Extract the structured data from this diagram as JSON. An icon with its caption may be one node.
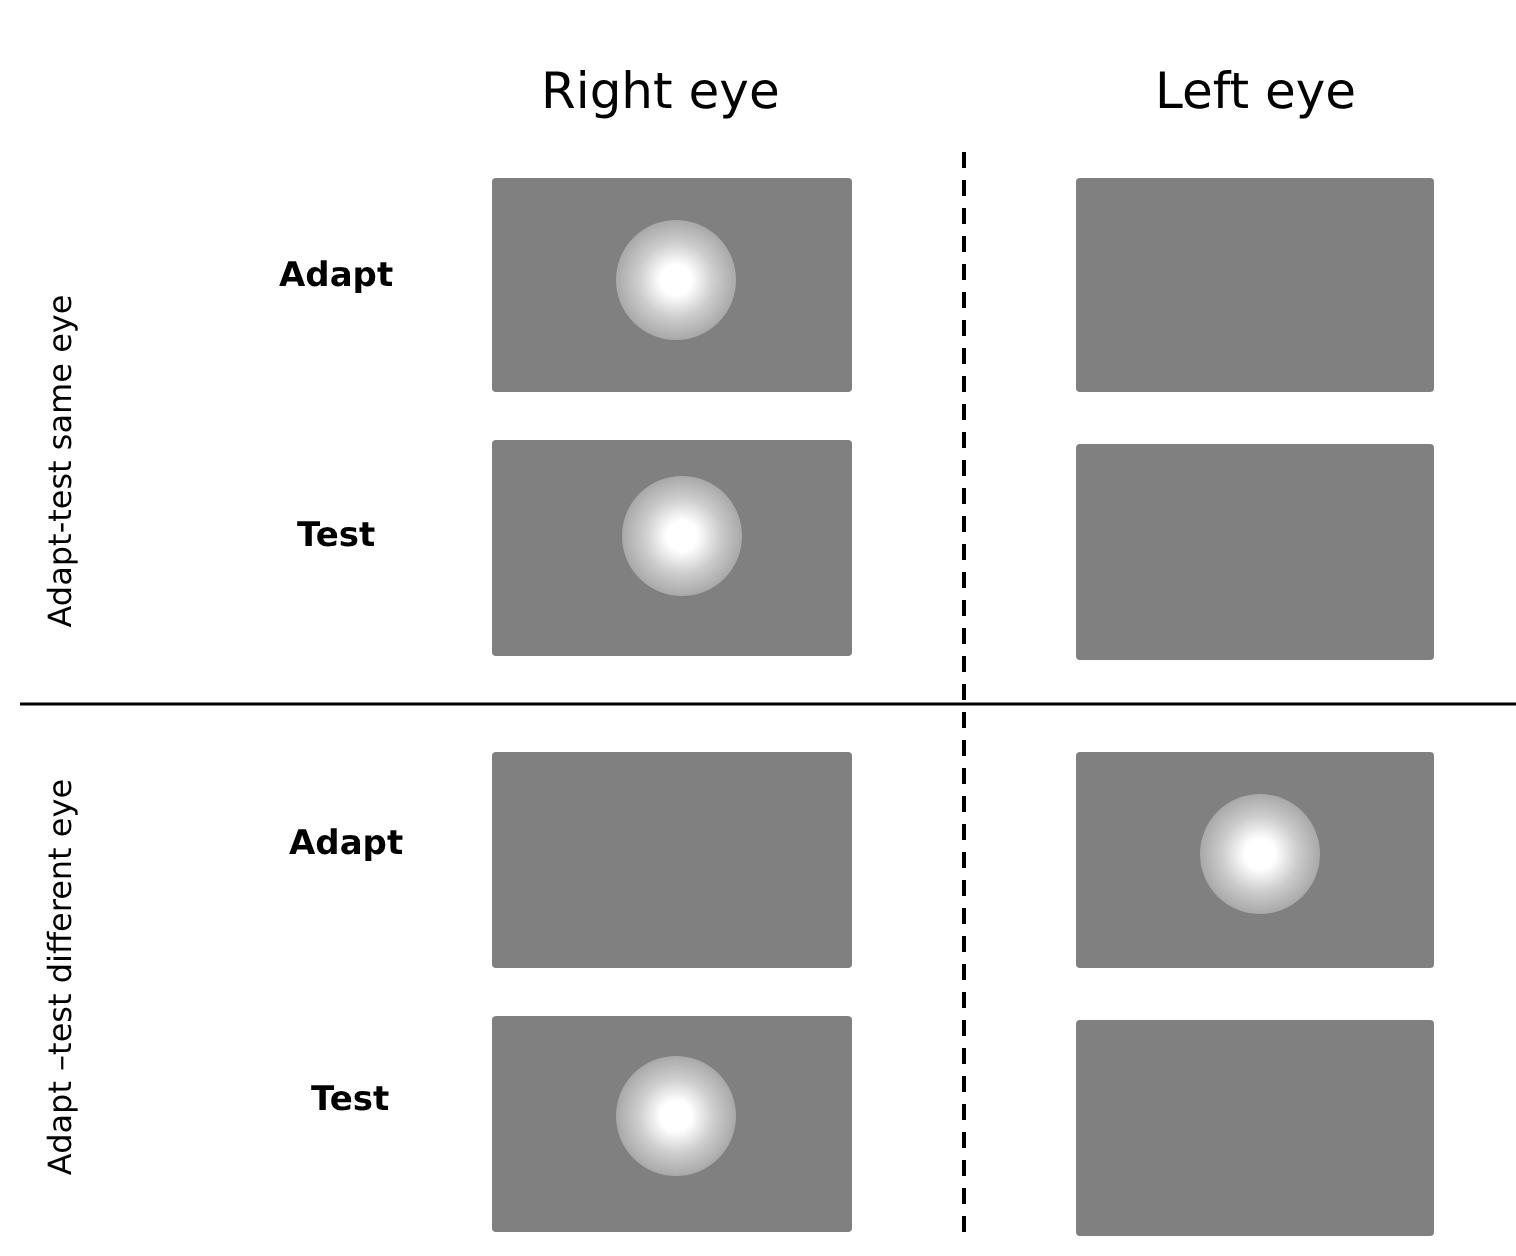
{
  "diagram": {
    "nodes": [
      {
        "text": [],
        "shape": "box"
      },
      {
        "text": [],
        "shape": "circle",
        "in": 0
      },
      {
        "text": [],
        "shape": "box"
      },
      {
        "text": [],
        "shape": "box"
      },
      {
        "text": [],
        "shape": "circle",
        "in": 3
      },
      {
        "text": [],
        "shape": "box"
      },
      {
        "text": [],
        "shape": "box"
      },
      {
        "text": [],
        "shape": "box"
      },
      {
        "text": [],
        "shape": "circle",
        "in": 7
      },
      {
        "text": [],
        "shape": "box"
      },
      {
        "text": [],
        "shape": "circle",
        "in": 9
      },
      {
        "text": [],
        "shape": "box"
      }
    ],
    "labels": [
      "Right eye",
      "Left eye",
      "Adapt-test same eye",
      "Adapt",
      "Test",
      "Adapt –test different eye",
      "Adapt",
      "Test"
    ]
  }
}
